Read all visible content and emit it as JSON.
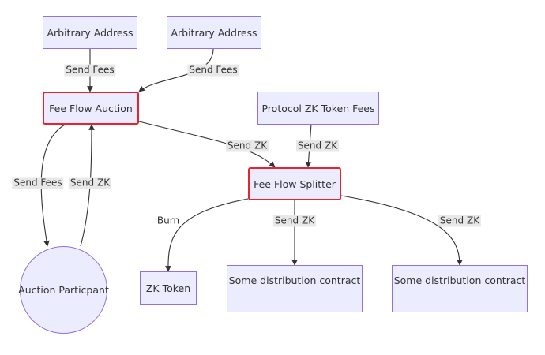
{
  "nodes": {
    "arb1": "Arbitrary Address",
    "arb2": "Arbitrary Address",
    "ffa": "Fee Flow Auction",
    "protocol": "Protocol ZK Token Fees",
    "ffs": "Fee Flow Splitter",
    "participant": "Auction Particpant",
    "zktoken": "ZK Token",
    "dist1": "Some distribution contract",
    "dist2": "Some distribution contract"
  },
  "edges": {
    "arb1_ffa": "Send Fees",
    "arb2_ffa": "Send Fees",
    "ffa_ffs": "Send ZK",
    "protocol_ffs": "Send ZK",
    "ffa_participant": "Send Fees",
    "participant_ffa": "Send ZK",
    "ffs_zktoken": "Burn",
    "ffs_dist1": "Send ZK",
    "ffs_dist2": "Send ZK"
  },
  "colors": {
    "node_fill": "#ececff",
    "node_border": "#9370db",
    "highlight_border": "#e8232e",
    "edge": "#333333",
    "label_bg": "#e8e8e8"
  }
}
